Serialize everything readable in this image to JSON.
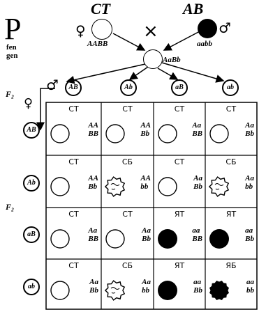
{
  "title": "P",
  "parents": {
    "female": {
      "symbol": "♀",
      "phenotype": "СТ",
      "genotype": "AABB"
    },
    "male": {
      "symbol": "♂",
      "phenotype": "АВ",
      "genotype": "aabb"
    },
    "cross_symbol": "×",
    "side_labels": [
      "fen",
      "gen"
    ]
  },
  "f1": {
    "genotype": "AaBb"
  },
  "male_gametes": {
    "symbol": "♂",
    "items": [
      "AB",
      "Ab",
      "aB",
      "ab"
    ]
  },
  "female_gametes": {
    "symbol": "♀",
    "items": [
      "AB",
      "Ab",
      "aB",
      "ab"
    ]
  },
  "generation_label": "F₂",
  "punnett": [
    [
      {
        "phenotype": "СТ",
        "g1": "AA",
        "g2": "BB",
        "fill": "white"
      },
      {
        "phenotype": "СТ",
        "g1": "AA",
        "g2": "Bb",
        "fill": "white"
      },
      {
        "phenotype": "СТ",
        "g1": "Aa",
        "g2": "BB",
        "fill": "white"
      },
      {
        "phenotype": "СТ",
        "g1": "Aa",
        "g2": "Bb",
        "fill": "white"
      }
    ],
    [
      {
        "phenotype": "СТ",
        "g1": "AA",
        "g2": "Bb",
        "fill": "white"
      },
      {
        "phenotype": "СБ",
        "g1": "AA",
        "g2": "bb",
        "fill": "wrinkled"
      },
      {
        "phenotype": "СТ",
        "g1": "Aa",
        "g2": "Bb",
        "fill": "white"
      },
      {
        "phenotype": "СБ",
        "g1": "Aa",
        "g2": "bb",
        "fill": "wrinkled"
      }
    ],
    [
      {
        "phenotype": "СТ",
        "g1": "Aa",
        "g2": "BB",
        "fill": "white"
      },
      {
        "phenotype": "СТ",
        "g1": "Aa",
        "g2": "Bb",
        "fill": "white"
      },
      {
        "phenotype": "ЯТ",
        "g1": "aa",
        "g2": "BB",
        "fill": "black"
      },
      {
        "phenotype": "ЯТ",
        "g1": "aa",
        "g2": "Bb",
        "fill": "black"
      }
    ],
    [
      {
        "phenotype": "СТ",
        "g1": "Aa",
        "g2": "Bb",
        "fill": "white"
      },
      {
        "phenotype": "СБ",
        "g1": "Aa",
        "g2": "bb",
        "fill": "wrinkled"
      },
      {
        "phenotype": "ЯТ",
        "g1": "aa",
        "g2": "Bb",
        "fill": "black"
      },
      {
        "phenotype": "ЯБ",
        "g1": "aa",
        "g2": "bb",
        "fill": "black-rough"
      }
    ]
  ]
}
